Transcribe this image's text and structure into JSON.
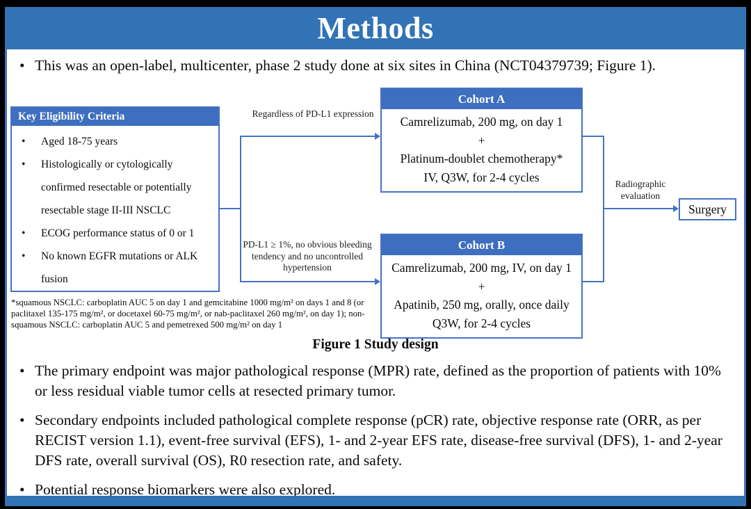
{
  "title": "Methods",
  "glyphs": {
    "bullet": "•"
  },
  "colors": {
    "title_bar_blue": "#3173B5",
    "box_header_blue": "#3D6EBF",
    "connector_blue": "#4472C4",
    "text": "#0a0a0a"
  },
  "intro_bullet": "This was an open-label, multicenter, phase 2 study done at six sites in China (NCT04379739; Figure 1).",
  "figure": {
    "caption": "Figure 1 Study design",
    "eligibility": {
      "header": "Key Eligibility Criteria",
      "items": [
        "Aged 18-75 years",
        "Histologically or cytologically confirmed resectable or potentially resectable stage II-III NSCLC",
        "ECOG performance status of 0 or 1",
        "No known EGFR mutations or ALK fusion"
      ]
    },
    "branch_labels": {
      "top": "Regardless of PD-L1 expression",
      "bottom": "PD-L1 ≥ 1%, no obvious bleeding tendency and no uncontrolled hypertension"
    },
    "cohort_a": {
      "header": "Cohort A",
      "lines": [
        "Camrelizumab, 200 mg, on day 1",
        "+",
        "Platinum-doublet chemotherapy*",
        "IV, Q3W, for 2-4 cycles"
      ]
    },
    "cohort_b": {
      "header": "Cohort B",
      "lines": [
        "Camrelizumab, 200 mg, IV, on day 1",
        "+",
        "Apatinib, 250 mg, orally, once daily",
        "Q3W, for 2-4 cycles"
      ]
    },
    "evaluation_label": "Radiographic evaluation",
    "surgery_label": "Surgery",
    "footnote": "*squamous NSCLC: carboplatin AUC 5 on day 1 and gemcitabine 1000 mg/m² on days 1 and 8 (or paclitaxel 135-175 mg/m², or docetaxel 60-75 mg/m², or nab-paclitaxel 260 mg/m², on day 1); non-squamous NSCLC: carboplatin AUC 5 and pemetrexed 500 mg/m² on day 1"
  },
  "bullets": [
    "The primary endpoint was major pathological response (MPR) rate, defined as the proportion of patients with 10% or less residual viable tumor cells at resected primary tumor.",
    "Secondary endpoints included pathological complete response (pCR) rate, objective response rate (ORR, as per RECIST version 1.1), event-free survival (EFS), 1- and 2-year EFS rate, disease-free survival (DFS), 1- and 2-year DFS rate, overall survival (OS), R0 resection rate, and safety.",
    "Potential response biomarkers were also explored."
  ]
}
